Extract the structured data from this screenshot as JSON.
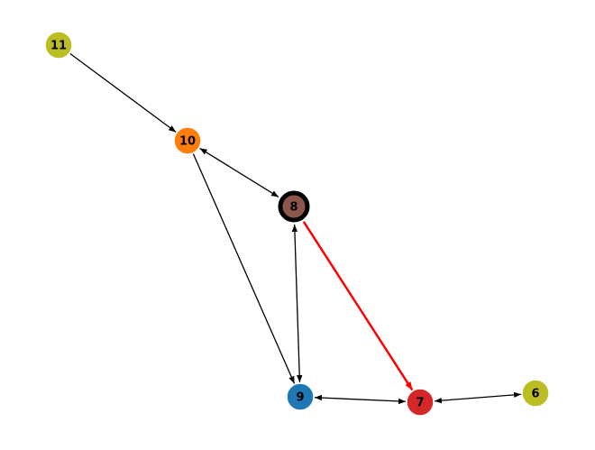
{
  "graph": {
    "nodes": [
      {
        "id": "11",
        "label": "11",
        "color": "#bcbd22"
      },
      {
        "id": "10",
        "label": "10",
        "color": "#ff7f0e"
      },
      {
        "id": "8",
        "label": "8",
        "color": "#8c564b",
        "highlighted": true
      },
      {
        "id": "9",
        "label": "9",
        "color": "#1f77b4"
      },
      {
        "id": "7",
        "label": "7",
        "color": "#d62728"
      },
      {
        "id": "6",
        "label": "6",
        "color": "#bcbd22"
      }
    ],
    "edges": [
      {
        "from": "11",
        "to": "10",
        "bidirectional": false,
        "color": "#000000"
      },
      {
        "from": "10",
        "to": "8",
        "bidirectional": true,
        "color": "#000000"
      },
      {
        "from": "10",
        "to": "9",
        "bidirectional": false,
        "color": "#000000"
      },
      {
        "from": "8",
        "to": "9",
        "bidirectional": true,
        "color": "#000000"
      },
      {
        "from": "8",
        "to": "7",
        "bidirectional": false,
        "color": "#ff0000",
        "highlighted": true
      },
      {
        "from": "9",
        "to": "7",
        "bidirectional": true,
        "color": "#000000"
      },
      {
        "from": "7",
        "to": "6",
        "bidirectional": true,
        "color": "#000000"
      }
    ]
  }
}
